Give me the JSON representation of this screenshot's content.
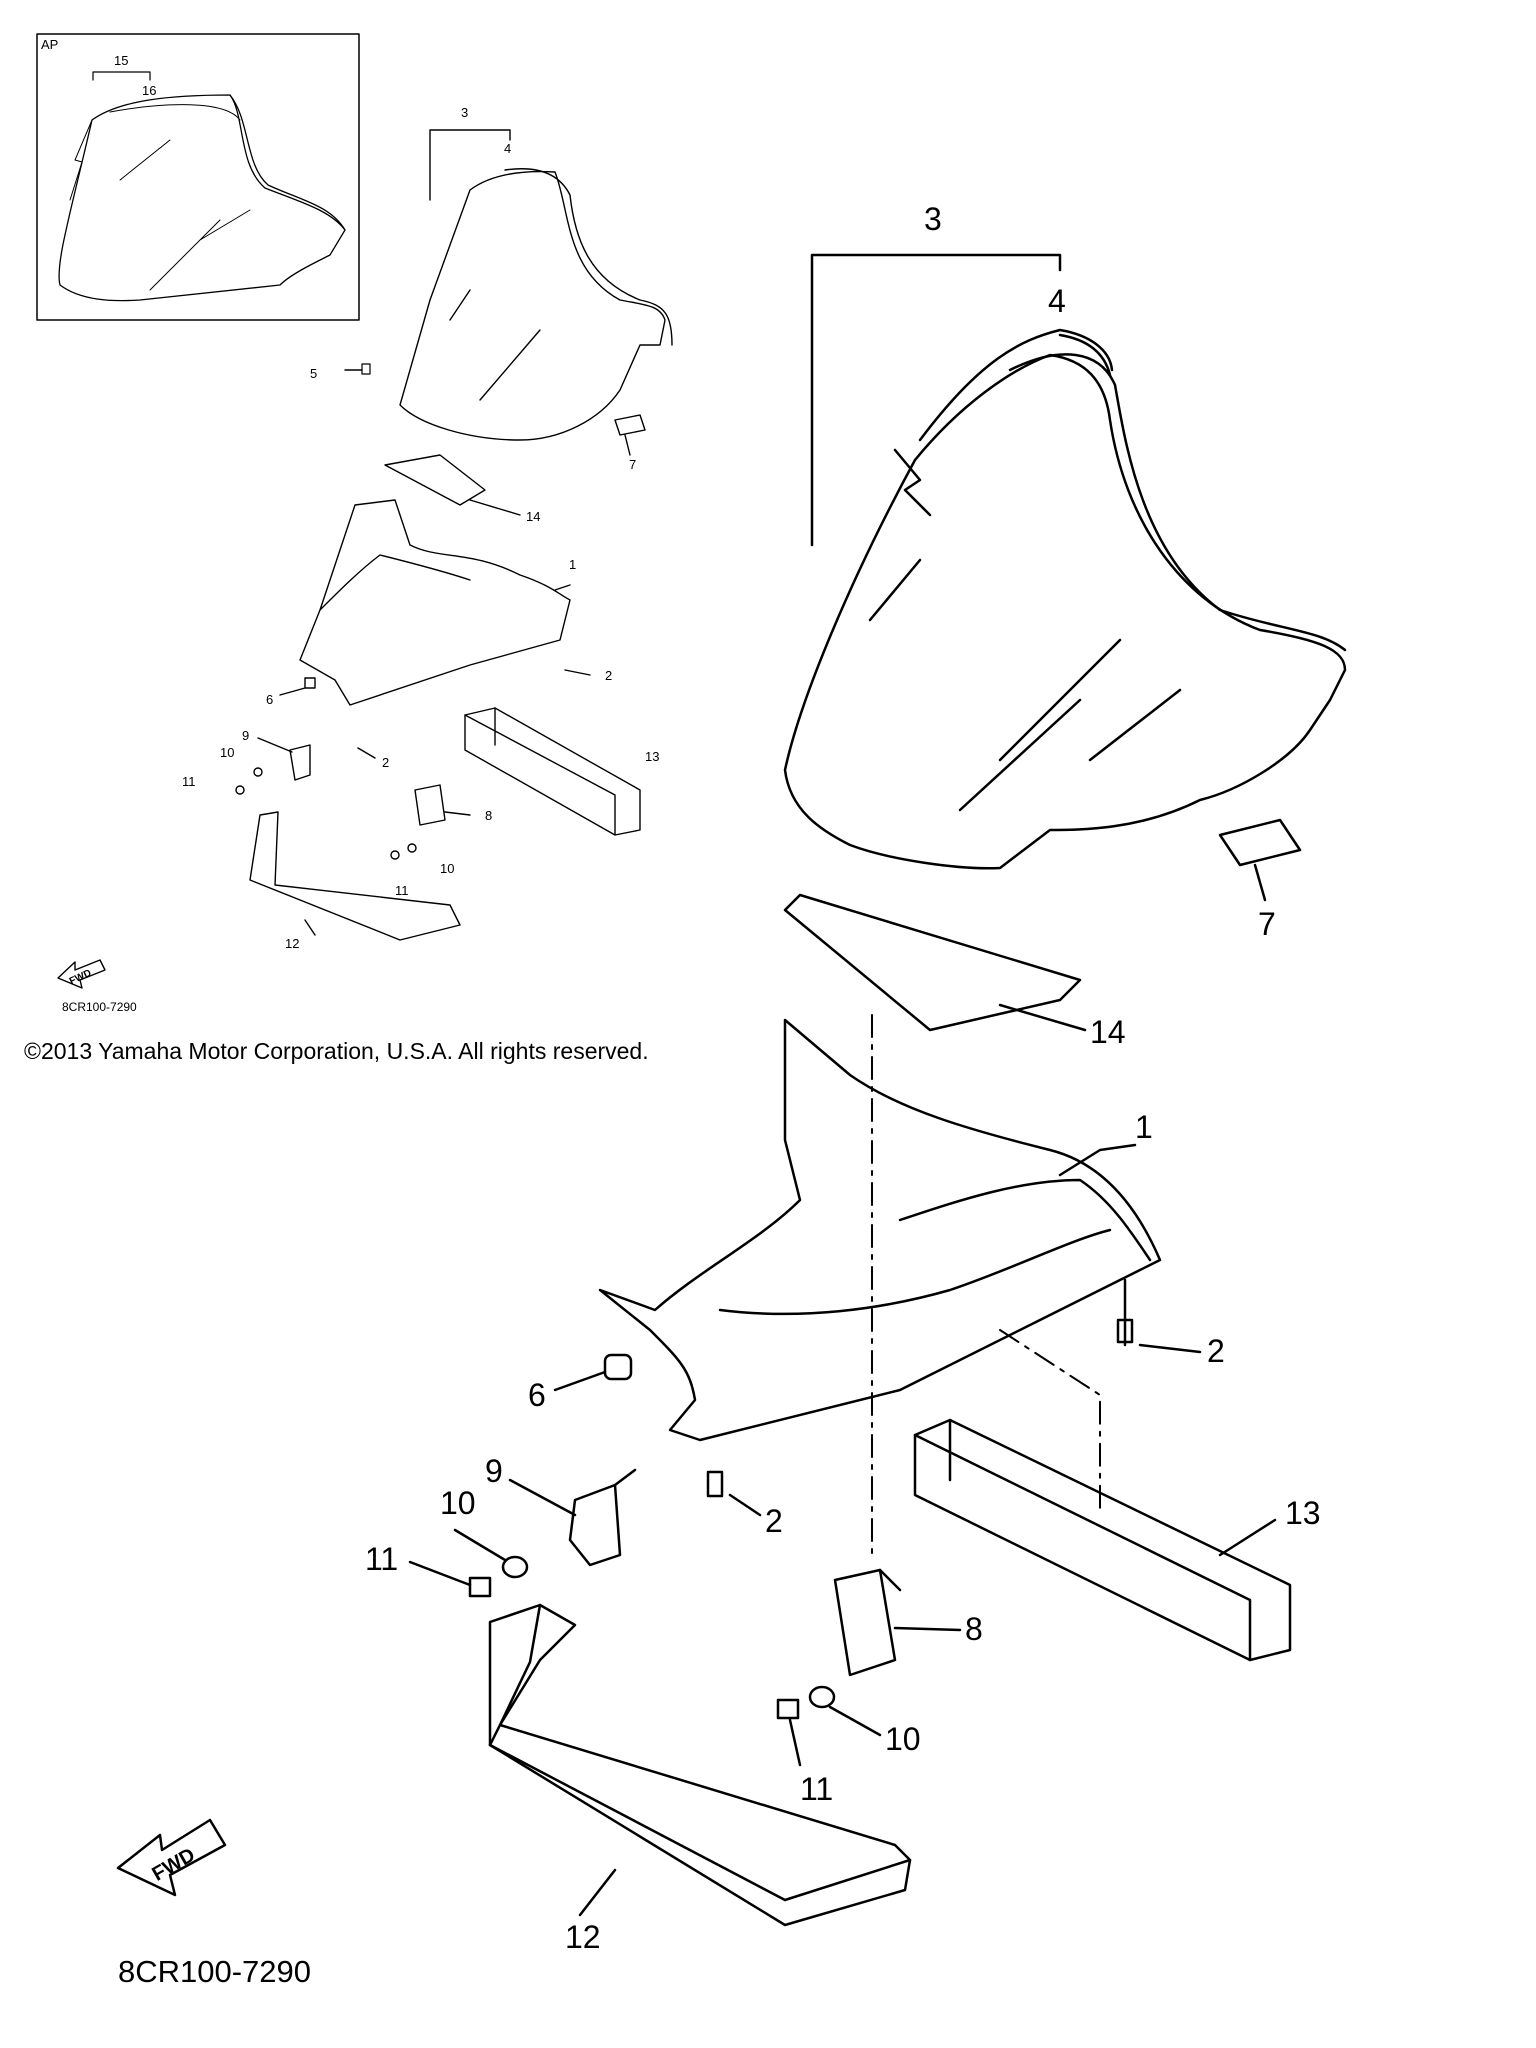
{
  "inset": {
    "label": "AP",
    "callouts": [
      "15",
      "16"
    ]
  },
  "small_view": {
    "callouts": [
      "3",
      "4",
      "5",
      "7",
      "14",
      "1",
      "2",
      "6",
      "2",
      "9",
      "10",
      "11",
      "13",
      "8",
      "11",
      "10",
      "12"
    ],
    "fwd_label": "FWD",
    "diagram_code": "8CR100-7290"
  },
  "large_view": {
    "callouts": [
      "3",
      "4",
      "7",
      "14",
      "1",
      "2",
      "6",
      "9",
      "2",
      "10",
      "11",
      "13",
      "8",
      "10",
      "11",
      "12"
    ],
    "fwd_label": "FWD",
    "diagram_code": "8CR100-7290"
  },
  "copyright": "©2013 Yamaha Motor Corporation, U.S.A. All rights reserved."
}
